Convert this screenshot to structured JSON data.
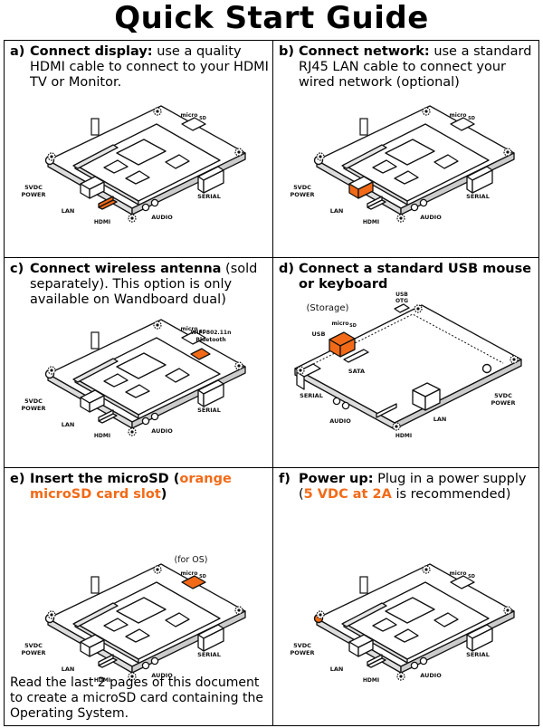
{
  "title": "Quick Start Guide",
  "colors": {
    "accent": "#f26a17"
  },
  "labels": {
    "power": [
      "5VDC",
      "POWER"
    ],
    "lan": "LAN",
    "hdmi": "HDMI",
    "audio": "AUDIO",
    "serial": "SERIAL",
    "micro": "micro",
    "sd": "SD",
    "usb": "USB",
    "usb_otg": [
      "USB",
      "OTG"
    ],
    "sata": "SATA",
    "wifi": [
      "WIFI 802.11n",
      "Bluetooth"
    ]
  },
  "steps": [
    {
      "letter": "a)",
      "heading": "Connect display:",
      "text": "use a quality HDMI cable to connect to your HDMI TV or Monitor."
    },
    {
      "letter": "b)",
      "heading": "Connect network:",
      "text": "use a standard RJ45 LAN cable to connect your wired network (optional)"
    },
    {
      "letter": "c)",
      "heading": "Connect wireless antenna",
      "text": "(sold separately). This option is only available on Wandboard dual)"
    },
    {
      "letter": "d)",
      "heading": "Connect a standard USB mouse or keyboard",
      "callout": "(Storage)"
    },
    {
      "letter": "e)",
      "heading": "Insert the microSD (",
      "highlight": "orange microSD card slot",
      "heading_end": ")",
      "callout": "(for OS)",
      "note": "Read the last 2 pages of this document to create a microSD card containing the Operating System."
    },
    {
      "letter": "f)",
      "heading": "Power up:",
      "text_before": "Plug in a power supply (",
      "highlight": "5 VDC at 2A",
      "text_after": " is recommended)"
    }
  ]
}
